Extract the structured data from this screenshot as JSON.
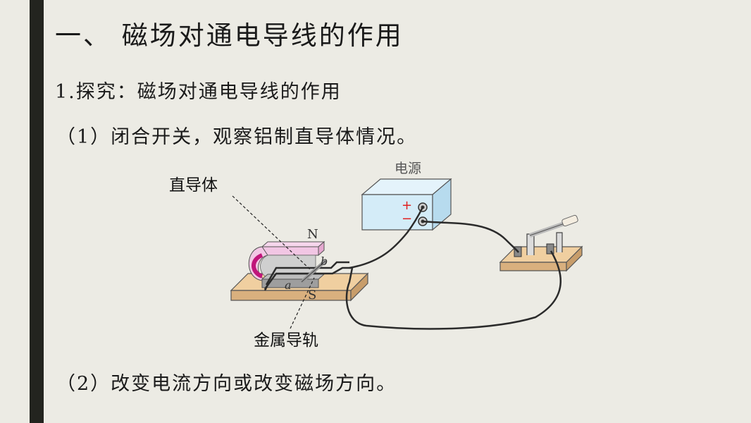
{
  "slide": {
    "title": "一、 磁场对通电导线的作用",
    "subtitle": "1.探究：磁场对通电导线的作用",
    "step1": "（1）闭合开关，观察铝制直导体情况。",
    "step2": "（2）改变电流方向或改变磁场方向。"
  },
  "diagram": {
    "label_conductor": "直导体",
    "label_rail": "金属导轨",
    "label_power": "电源",
    "label_n": "N",
    "label_s": "S",
    "label_a": "a",
    "label_b": "b",
    "label_plus": "+",
    "label_minus": "−",
    "colors": {
      "board": "#f0cfa0",
      "power_box": "#d4ecf8",
      "magnet": "#f2c6e4",
      "terminal_red": "#e02020",
      "wire": "#2b2b2b"
    }
  }
}
